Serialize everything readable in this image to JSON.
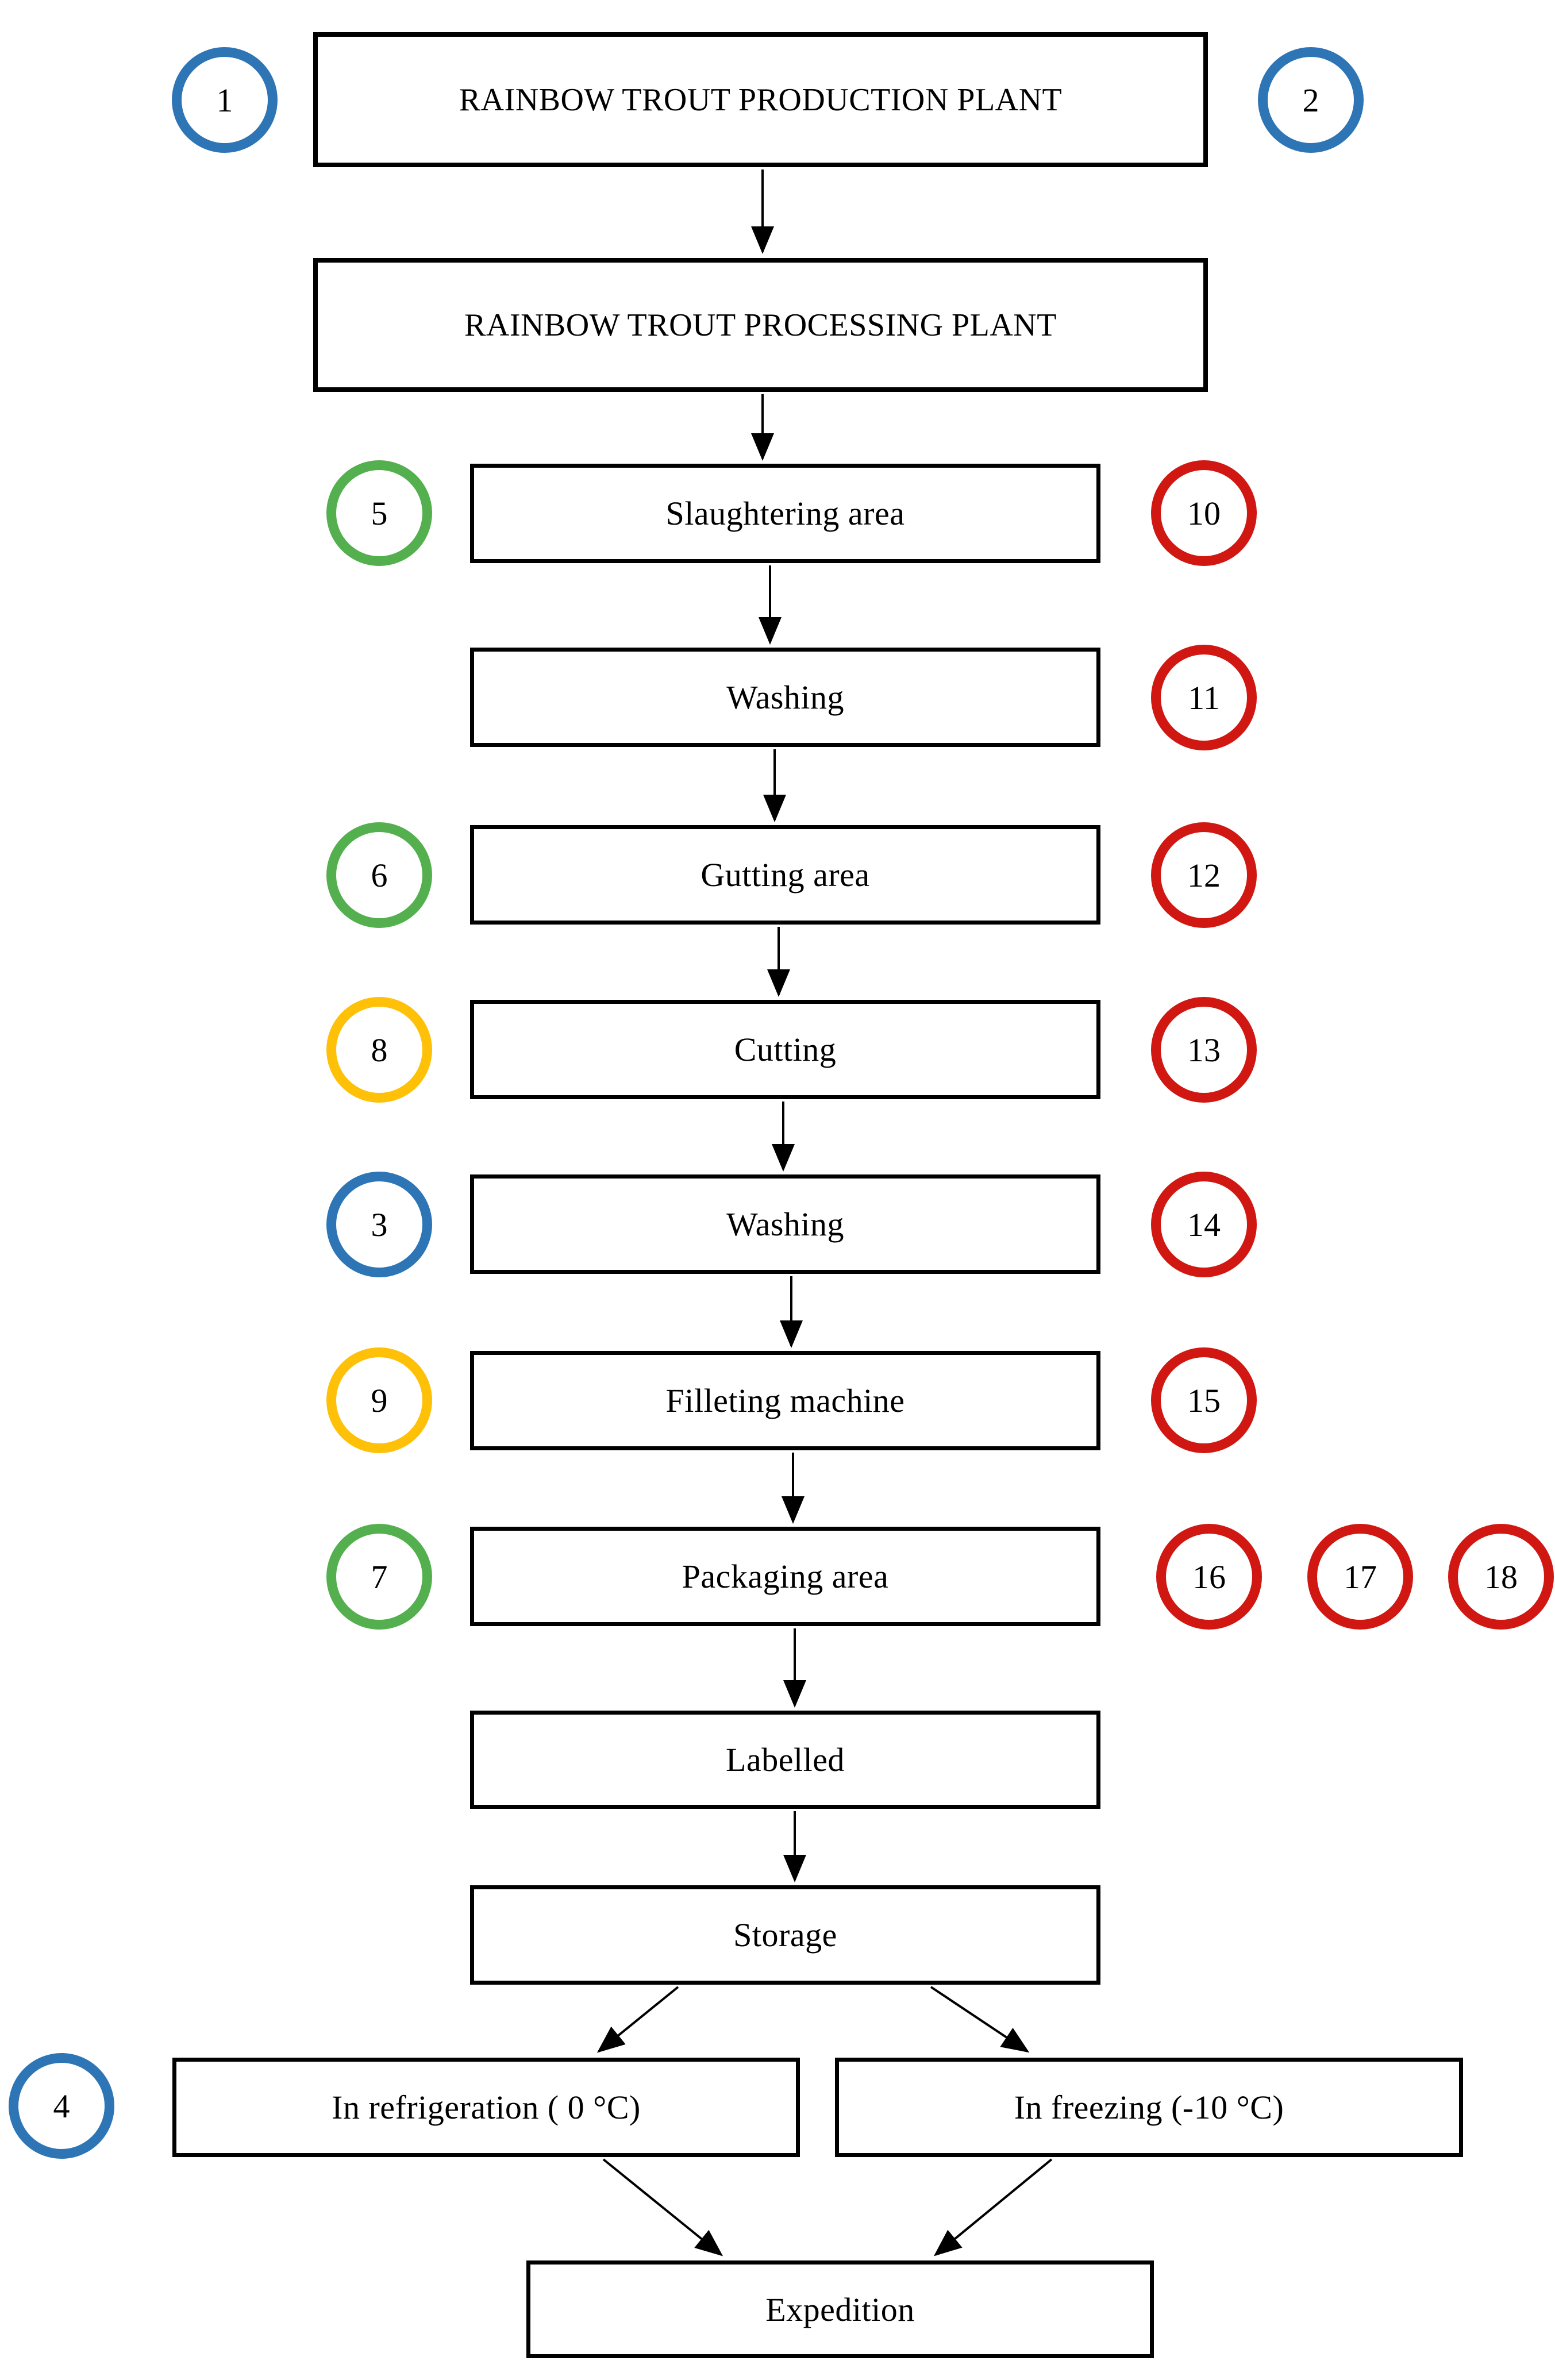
{
  "colors": {
    "blue": "#2E75B6",
    "green": "#54B04E",
    "yellow": "#FFC008",
    "red": "#D11712",
    "line": "#000000"
  },
  "boxes": [
    {
      "label": "RAINBOW TROUT PRODUCTION PLANT"
    },
    {
      "label": "RAINBOW TROUT PROCESSING PLANT"
    },
    {
      "label": "Slaughtering area"
    },
    {
      "label": "Washing"
    },
    {
      "label": "Gutting area"
    },
    {
      "label": "Cutting"
    },
    {
      "label": "Washing"
    },
    {
      "label": "Filleting machine"
    },
    {
      "label": "Packaging area"
    },
    {
      "label": "Labelled"
    },
    {
      "label": "Storage"
    },
    {
      "label": "In refrigeration ( 0 °C)"
    },
    {
      "label": "In freezing (-10 °C)"
    },
    {
      "label": "Expedition"
    }
  ],
  "markers": [
    {
      "number": "1",
      "color": "blue"
    },
    {
      "number": "2",
      "color": "blue"
    },
    {
      "number": "5",
      "color": "green"
    },
    {
      "number": "10",
      "color": "red"
    },
    {
      "number": "11",
      "color": "red"
    },
    {
      "number": "6",
      "color": "green"
    },
    {
      "number": "12",
      "color": "red"
    },
    {
      "number": "8",
      "color": "yellow"
    },
    {
      "number": "13",
      "color": "red"
    },
    {
      "number": "3",
      "color": "blue"
    },
    {
      "number": "14",
      "color": "red"
    },
    {
      "number": "9",
      "color": "yellow"
    },
    {
      "number": "15",
      "color": "red"
    },
    {
      "number": "7",
      "color": "green"
    },
    {
      "number": "16",
      "color": "red"
    },
    {
      "number": "17",
      "color": "red"
    },
    {
      "number": "18",
      "color": "red"
    },
    {
      "number": "4",
      "color": "blue"
    }
  ]
}
